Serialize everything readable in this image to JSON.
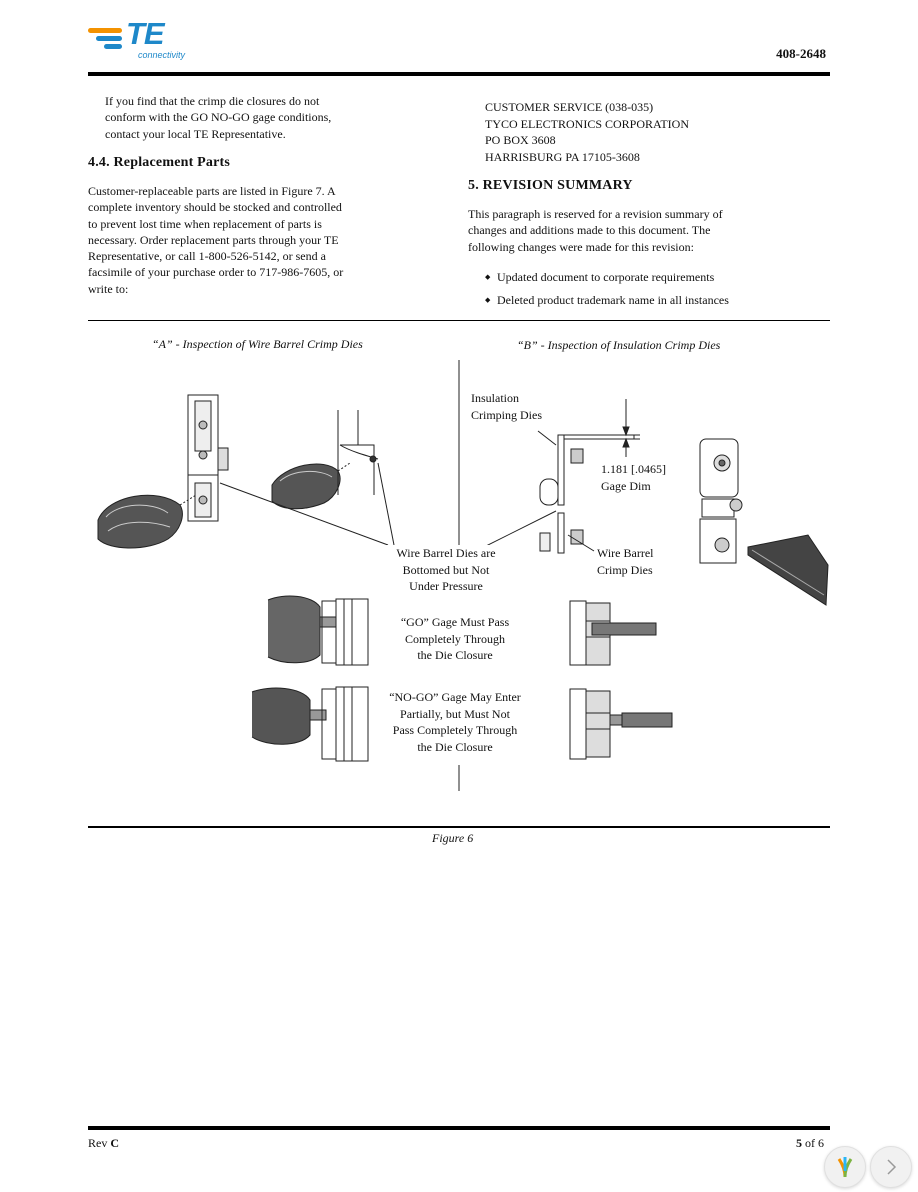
{
  "header": {
    "logo_text": "TE",
    "logo_tagline": "connectivity",
    "doc_number": "408-2648"
  },
  "left_column": {
    "intro_paragraph": "If you find that the crimp die closures do not conform with the GO NO-GO gage conditions, contact your local TE Representative.",
    "section_heading": "4.4. Replacement Parts",
    "section_body": "Customer-replaceable parts are listed in Figure 7. A complete inventory should be stocked and controlled to prevent lost time when replacement of parts is necessary. Order replacement parts through your TE Representative, or call 1-800-526-5142, or send a facsimile of your purchase order to 717-986-7605, or write to:"
  },
  "right_column": {
    "address_lines": [
      "CUSTOMER SERVICE (038-035)",
      "TYCO ELECTRONICS CORPORATION",
      "PO BOX 3608",
      "HARRISBURG PA 17105-3608"
    ],
    "section_heading": "5. REVISION SUMMARY",
    "section_body": "This paragraph is reserved for a revision summary of changes and additions made to this document. The following changes were made for this revision:",
    "bullets": [
      "Updated document to corporate requirements",
      "Deleted product trademark name in all instances"
    ]
  },
  "figure": {
    "caption_a": "“A” - Inspection of Wire Barrel Crimp Dies",
    "caption_b": "“B” - Inspection of Insulation Crimp Dies",
    "label_insulation": [
      "Insulation",
      "Crimping Dies"
    ],
    "label_dim": [
      "1.181 [.0465]",
      "Gage Dim"
    ],
    "label_bottomed": [
      "Wire Barrel Dies are",
      "Bottomed but Not",
      "Under Pressure"
    ],
    "label_wire_barrel": [
      "Wire Barrel",
      "Crimp Dies"
    ],
    "label_go": [
      "“GO” Gage Must Pass",
      "Completely Through",
      "the Die Closure"
    ],
    "label_nogo": [
      "“NO-GO” Gage May Enter",
      "Partially, but Must Not",
      "Pass Completely Through",
      "the Die Closure"
    ],
    "figure_title": "Figure 6"
  },
  "footer": {
    "rev_label": "Rev ",
    "rev_value": "C",
    "page_number": "5",
    "page_of": " of 6"
  },
  "colors": {
    "logo_blue": "#1e88c9",
    "logo_orange": "#f39200"
  }
}
